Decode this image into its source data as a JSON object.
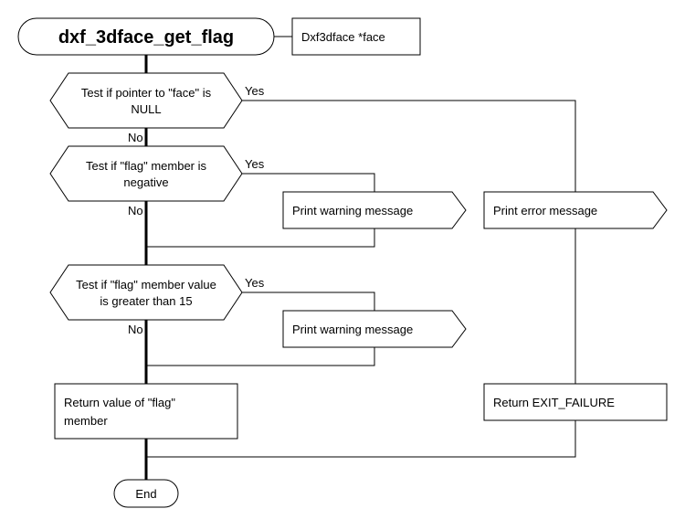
{
  "diagram": {
    "title": "dxf_3dface_get_flag",
    "parameter": "Dxf3dface *face",
    "decisions": [
      {
        "line1": "Test if pointer to \"face\" is",
        "line2": "NULL",
        "yes": "Yes",
        "no": "No"
      },
      {
        "line1": "Test if \"flag\" member is",
        "line2": "negative",
        "yes": "Yes",
        "no": "No"
      },
      {
        "line1": "Test if \"flag\" member value",
        "line2": "is greater than 15",
        "yes": "Yes",
        "no": "No"
      }
    ],
    "outputs": {
      "warning_1": "Print warning message",
      "warning_2": "Print warning message",
      "error": "Print error message"
    },
    "processes": {
      "return_flag_line1": "Return value of \"flag\"",
      "return_flag_line2": "member",
      "return_failure": "Return EXIT_FAILURE"
    },
    "terminal_end": "End"
  }
}
